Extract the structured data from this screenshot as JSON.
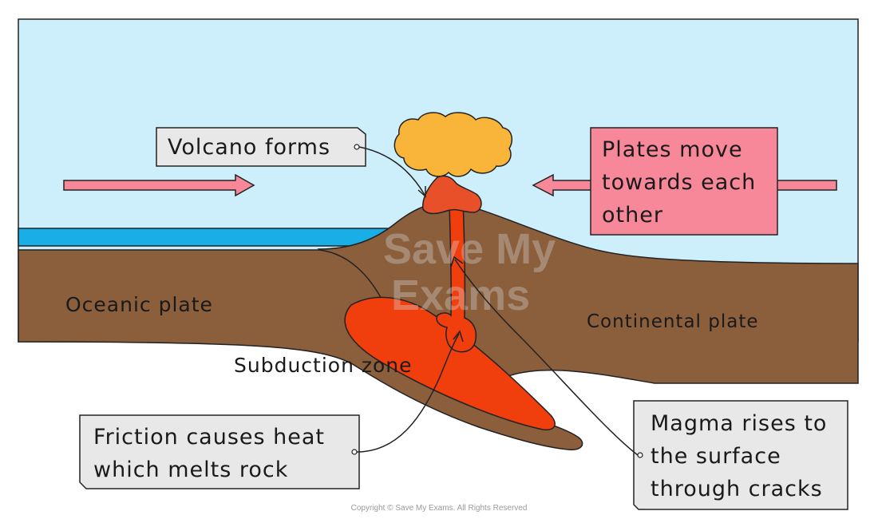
{
  "labels": {
    "volcano_forms": "Volcano forms",
    "plates_move": [
      "Plates move",
      "towards each",
      "other"
    ],
    "oceanic_plate": "Oceanic plate",
    "continental_plate": "Continental plate",
    "subduction_zone": "Subduction zone",
    "friction": [
      "Friction causes heat",
      "which melts rock"
    ],
    "magma": [
      "Magma rises to",
      "the surface",
      "through cracks"
    ]
  },
  "watermark": [
    "Save My",
    "Exams"
  ],
  "copyright": "Copyright © Save My Exams. All Rights Reserved",
  "colors": {
    "sky": "#cdeefb",
    "sea": "#19aee6",
    "crust": "#8b5e3c",
    "magma": "#f03e0c",
    "ash_cloud": "#f9b43a",
    "vent": "#e8502a",
    "arrow": "#f7889a",
    "plates_box": "#f7889a",
    "label_box": "#e8e8e8"
  }
}
